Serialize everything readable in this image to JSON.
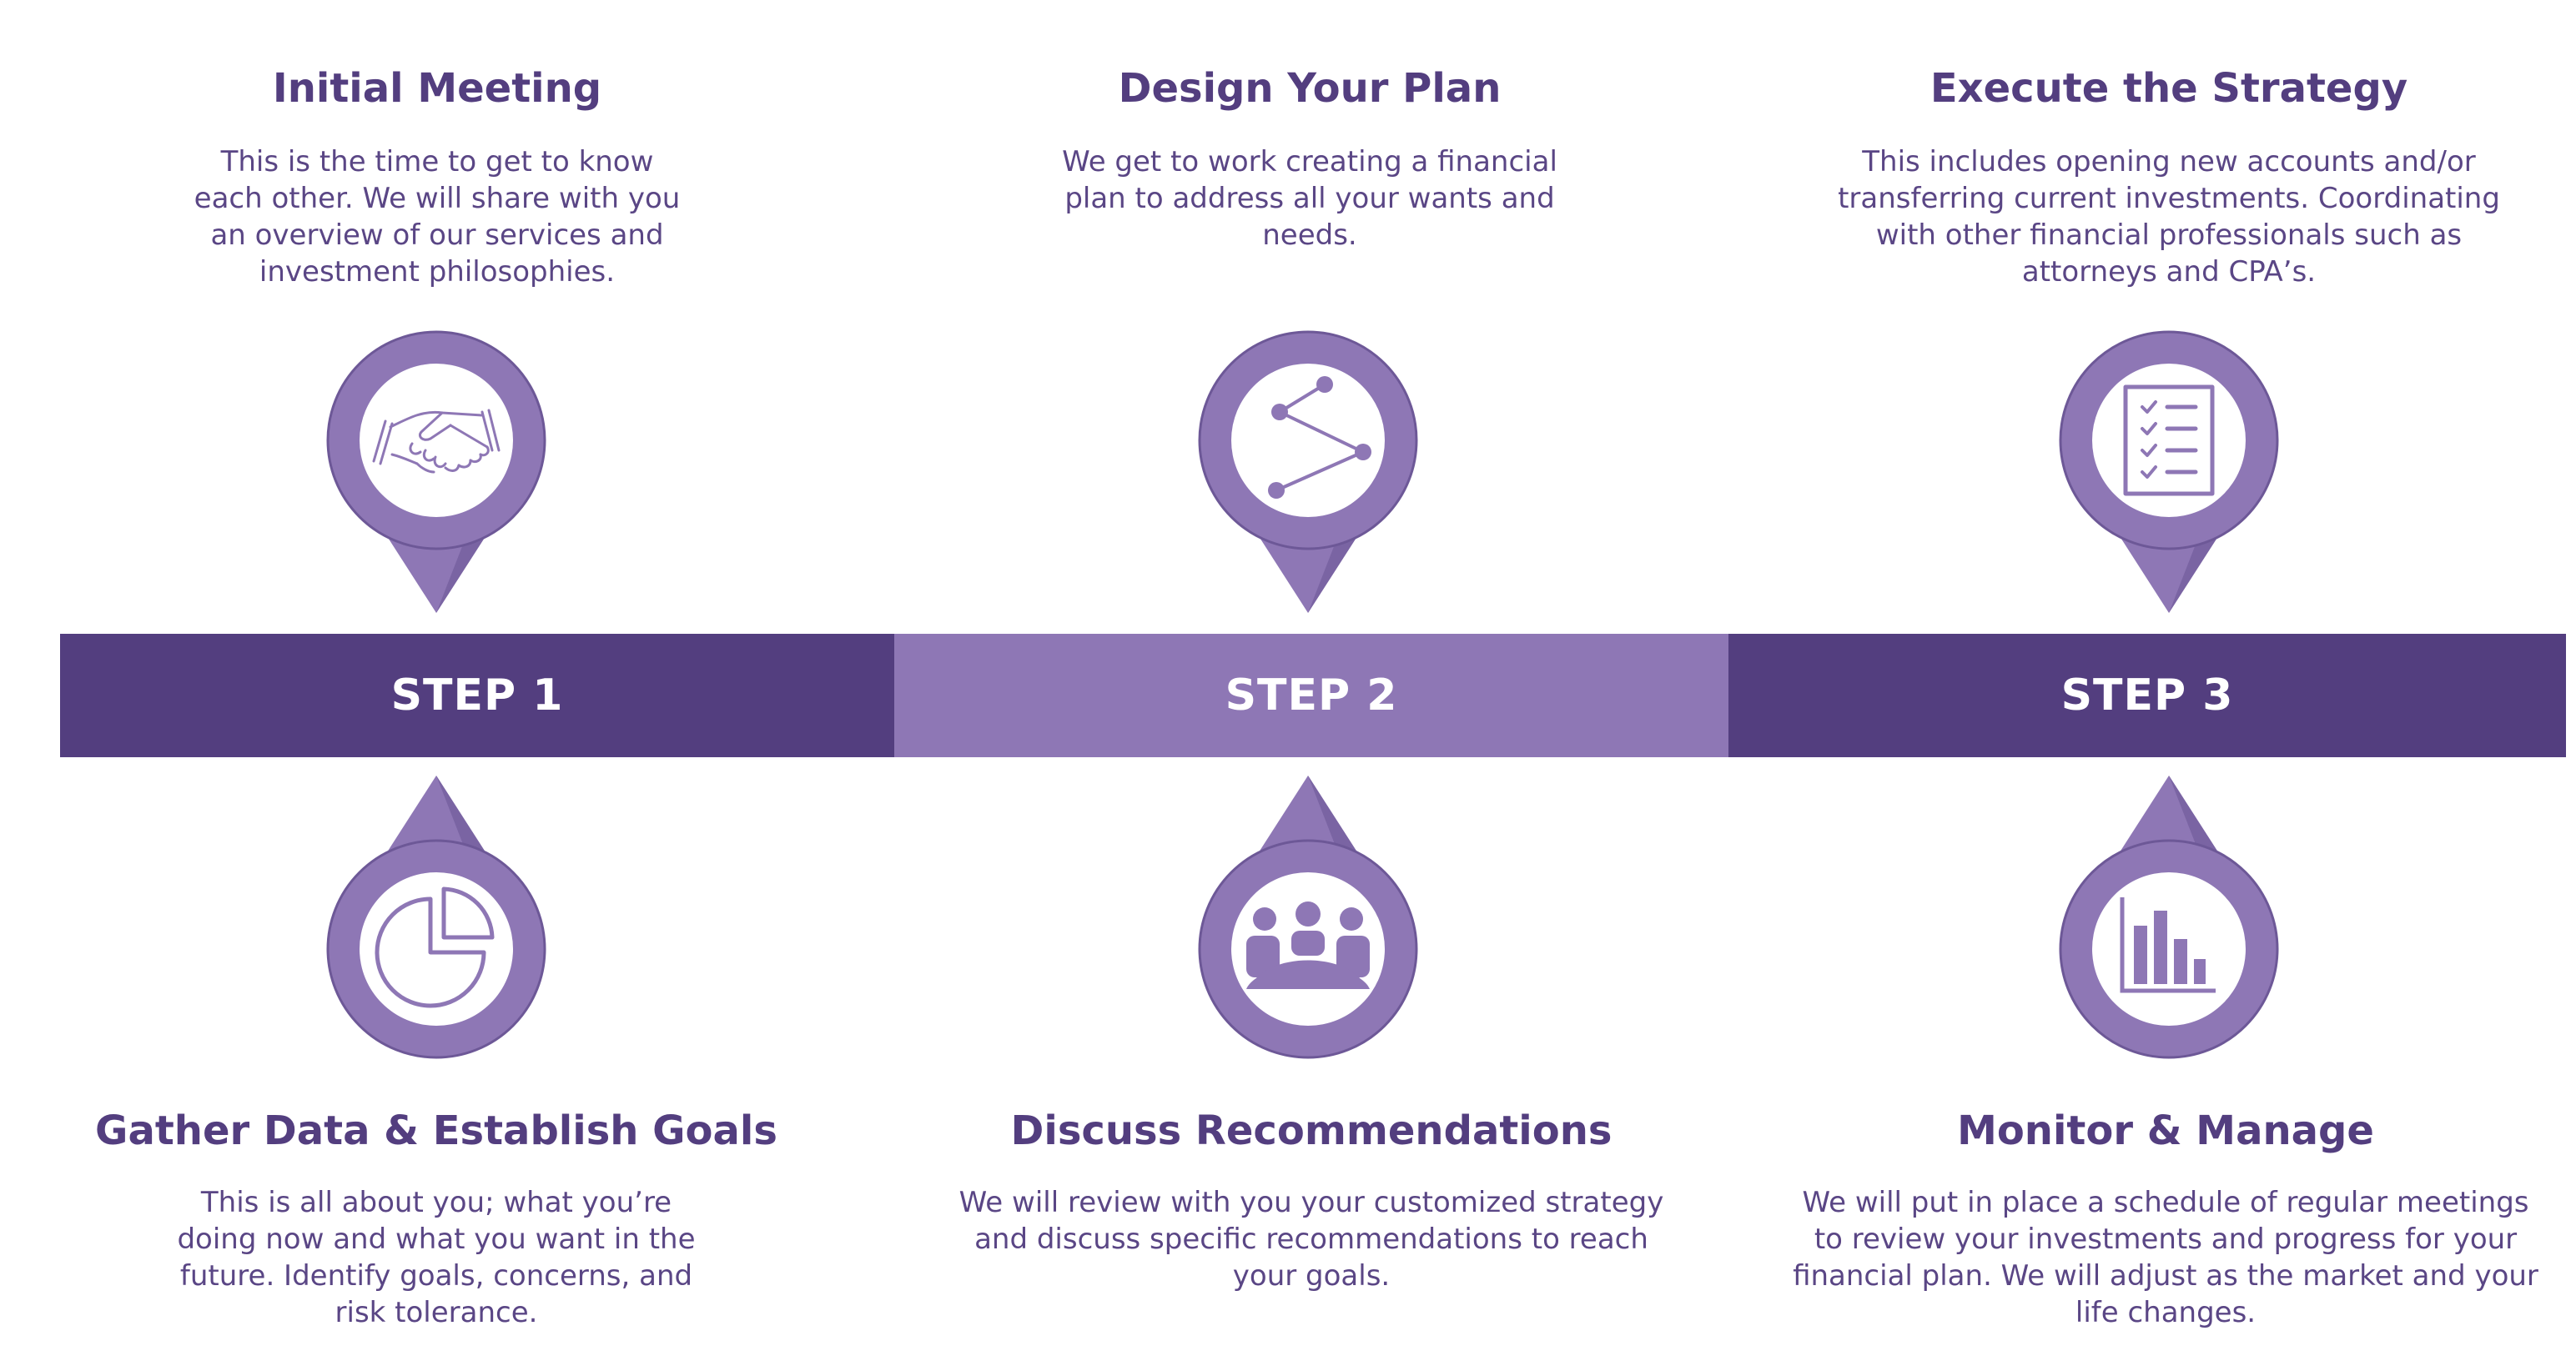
{
  "colors": {
    "dark_purple": "#533e7f",
    "light_purple": "#8e77b5",
    "text": "#5a4685",
    "white": "#ffffff"
  },
  "steps_band": [
    {
      "label": "STEP 1"
    },
    {
      "label": "STEP 2"
    },
    {
      "label": "STEP 3"
    }
  ],
  "top_stages": [
    {
      "title": "Initial Meeting",
      "icon": "handshake-icon",
      "lines": [
        "This is the time to get to know",
        "each other. We will share with you",
        "an overview of our services and",
        "investment philosophies."
      ]
    },
    {
      "title": "Design Your Plan",
      "icon": "share-nodes-icon",
      "lines": [
        "We get to work creating a financial",
        "plan to address all your wants and",
        "needs."
      ]
    },
    {
      "title": "Execute the Strategy",
      "icon": "checklist-icon",
      "lines": [
        "This includes opening new accounts and/or",
        "transferring current investments. Coordinating",
        "with other financial professionals such as",
        "attorneys and CPA’s."
      ]
    }
  ],
  "bottom_stages": [
    {
      "title": "Gather Data & Establish Goals",
      "icon": "pie-chart-icon",
      "lines": [
        "This is all about you; what you’re",
        "doing now and what you want in the",
        "future. Identify goals, concerns, and",
        "risk tolerance."
      ]
    },
    {
      "title": "Discuss Recommendations",
      "icon": "meeting-group-icon",
      "lines": [
        "We will review with you your customized strategy",
        "and discuss specific recommendations to reach",
        "your goals."
      ]
    },
    {
      "title": "Monitor & Manage",
      "icon": "bar-chart-icon",
      "lines": [
        "We will put in place a schedule of regular meetings",
        "to review your investments and progress for your",
        "financial plan. We will adjust as the market and your",
        "life changes."
      ]
    }
  ]
}
